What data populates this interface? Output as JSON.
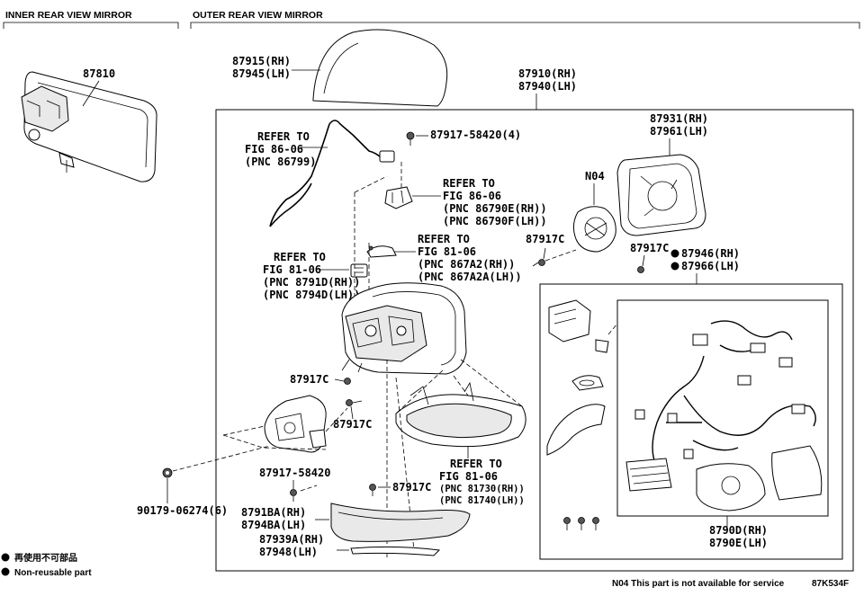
{
  "headers": {
    "inner": "INNER REAR VIEW MIRROR",
    "outer": "OUTER REAR VIEW MIRROR"
  },
  "labels": {
    "p87810": "87810",
    "p87915": "87915(RH)",
    "p87945": "87945(LH)",
    "p87910": "87910(RH)",
    "p87940": "87940(LH)",
    "p87931": "87931(RH)",
    "p87961": "87961(LH)",
    "n04": "N04",
    "p87917_58420_4": "87917-58420(4)",
    "refer1_a": "REFER TO",
    "refer1_b": "FIG 86-06",
    "refer1_c": "(PNC 86799)",
    "refer2_a": "REFER TO",
    "refer2_b": "FIG 86-06",
    "refer2_c": "(PNC 86790E(RH))",
    "refer2_d": "(PNC 86790F(LH))",
    "refer3_a": "REFER TO",
    "refer3_b": "FIG 81-06",
    "refer3_c": "(PNC 867A2(RH))",
    "refer3_d": "(PNC 867A2A(LH))",
    "refer4_a": "REFER TO",
    "refer4_b": "FIG 81-06",
    "refer4_c": "(PNC 8791D(RH))",
    "refer4_d": "(PNC 8794D(LH))",
    "p87917c_a": "87917C",
    "p87917c_b": "87917C",
    "p87917c_c": "87917C",
    "p87917c_d": "87917C",
    "p87917c_e": "87917C",
    "p87946": "87946(RH)",
    "p87966": "87966(LH)",
    "refer5_a": "REFER TO",
    "refer5_b": "FIG 81-06",
    "refer5_c": "(PNC 81730(RH))",
    "refer5_d": "(PNC 81740(LH))",
    "p87917_58420": "87917-58420",
    "p90179": "90179-06274(6)",
    "p8791ba": "8791BA(RH)",
    "p8794ba": "8794BA(LH)",
    "p87939a": "87939A(RH)",
    "p87948": "87948(LH)",
    "p8790d": "8790D(RH)",
    "p8790e": "8790E(LH)"
  },
  "legend": {
    "jp": "再使用不可部品",
    "en": "Non-reusable part"
  },
  "footer": {
    "note": "N04 This part is not available for service",
    "code": "87K534F"
  }
}
